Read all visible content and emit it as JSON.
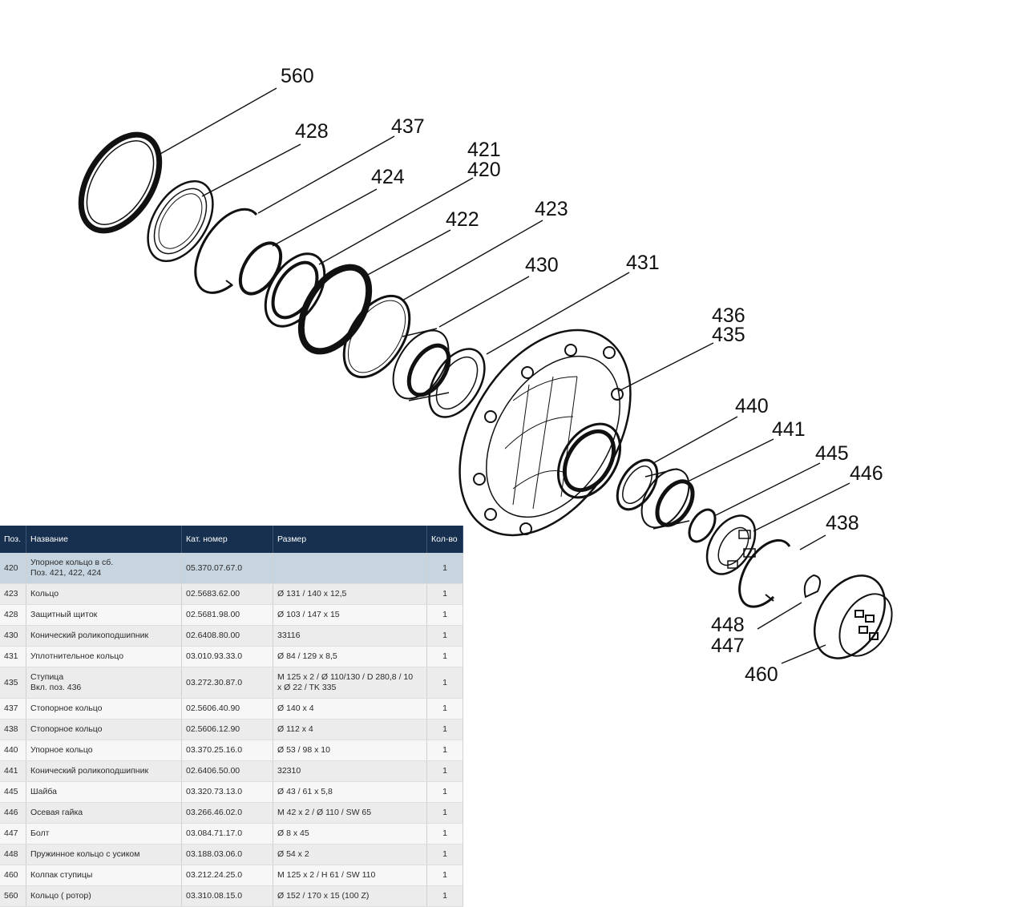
{
  "callouts": {
    "c560": "560",
    "c428": "428",
    "c437": "437",
    "c421": "421",
    "c420": "420",
    "c424": "424",
    "c422": "422",
    "c423": "423",
    "c430": "430",
    "c431": "431",
    "c436": "436",
    "c435": "435",
    "c440": "440",
    "c441": "441",
    "c445": "445",
    "c446": "446",
    "c438": "438",
    "c448": "448",
    "c447": "447",
    "c460": "460"
  },
  "table": {
    "headers": {
      "pos": "Поз.",
      "name": "Название",
      "cat": "Кат. номер",
      "size": "Размер",
      "qty": "Кол-во"
    },
    "rows": [
      {
        "pos": "420",
        "name_line1": "Упорное кольцо в сб.",
        "name_line2": "Поз. 421, 422, 424",
        "cat": "05.370.07.67.0",
        "size": "",
        "qty": "1"
      },
      {
        "pos": "423",
        "name": "Кольцо",
        "cat": "02.5683.62.00",
        "size": "Ø 131 / 140 x 12,5",
        "qty": "1"
      },
      {
        "pos": "428",
        "name": "Защитный щиток",
        "cat": "02.5681.98.00",
        "size": "Ø 103 / 147 x 15",
        "qty": "1"
      },
      {
        "pos": "430",
        "name": "Конический роликоподшипник",
        "cat": "02.6408.80.00",
        "size": "33116",
        "qty": "1"
      },
      {
        "pos": "431",
        "name": "Уплотнительное кольцо",
        "cat": "03.010.93.33.0",
        "size": "Ø 84 / 129 x 8,5",
        "qty": "1"
      },
      {
        "pos": "435",
        "name_line1": "Ступица",
        "name_line2": "Вкл. поз. 436",
        "cat": "03.272.30.87.0",
        "size_line1": "M 125 x 2 / Ø 110/130 / D 280,8 / 10",
        "size_line2": "x Ø 22 / TK 335",
        "qty": "1"
      },
      {
        "pos": "437",
        "name": "Стопорное кольцо",
        "cat": "02.5606.40.90",
        "size": "Ø 140 x 4",
        "qty": "1"
      },
      {
        "pos": "438",
        "name": "Стопорное кольцо",
        "cat": "02.5606.12.90",
        "size": "Ø 112 x 4",
        "qty": "1"
      },
      {
        "pos": "440",
        "name": "Упорное кольцо",
        "cat": "03.370.25.16.0",
        "size": "Ø 53 / 98 x 10",
        "qty": "1"
      },
      {
        "pos": "441",
        "name": "Конический роликоподшипник",
        "cat": "02.6406.50.00",
        "size": "32310",
        "qty": "1"
      },
      {
        "pos": "445",
        "name": "Шайба",
        "cat": "03.320.73.13.0",
        "size": "Ø 43 / 61 x 5,8",
        "qty": "1"
      },
      {
        "pos": "446",
        "name": "Осевая гайка",
        "cat": "03.266.46.02.0",
        "size": "M 42 x 2 / Ø 110 / SW 65",
        "qty": "1"
      },
      {
        "pos": "447",
        "name": "Болт",
        "cat": "03.084.71.17.0",
        "size": "Ø 8 x 45",
        "qty": "1"
      },
      {
        "pos": "448",
        "name": "Пружинное кольцо с усиком",
        "cat": "03.188.03.06.0",
        "size": "Ø 54 x 2",
        "qty": "1"
      },
      {
        "pos": "460",
        "name": "Колпак ступицы",
        "cat": "03.212.24.25.0",
        "size": "M 125 x 2 / H 61 / SW 110",
        "qty": "1"
      },
      {
        "pos": "560",
        "name": "Кольцо ( ротор)",
        "cat": "03.310.08.15.0",
        "size": "Ø 152 / 170 x 15 (100 Z)",
        "qty": "1"
      }
    ]
  }
}
